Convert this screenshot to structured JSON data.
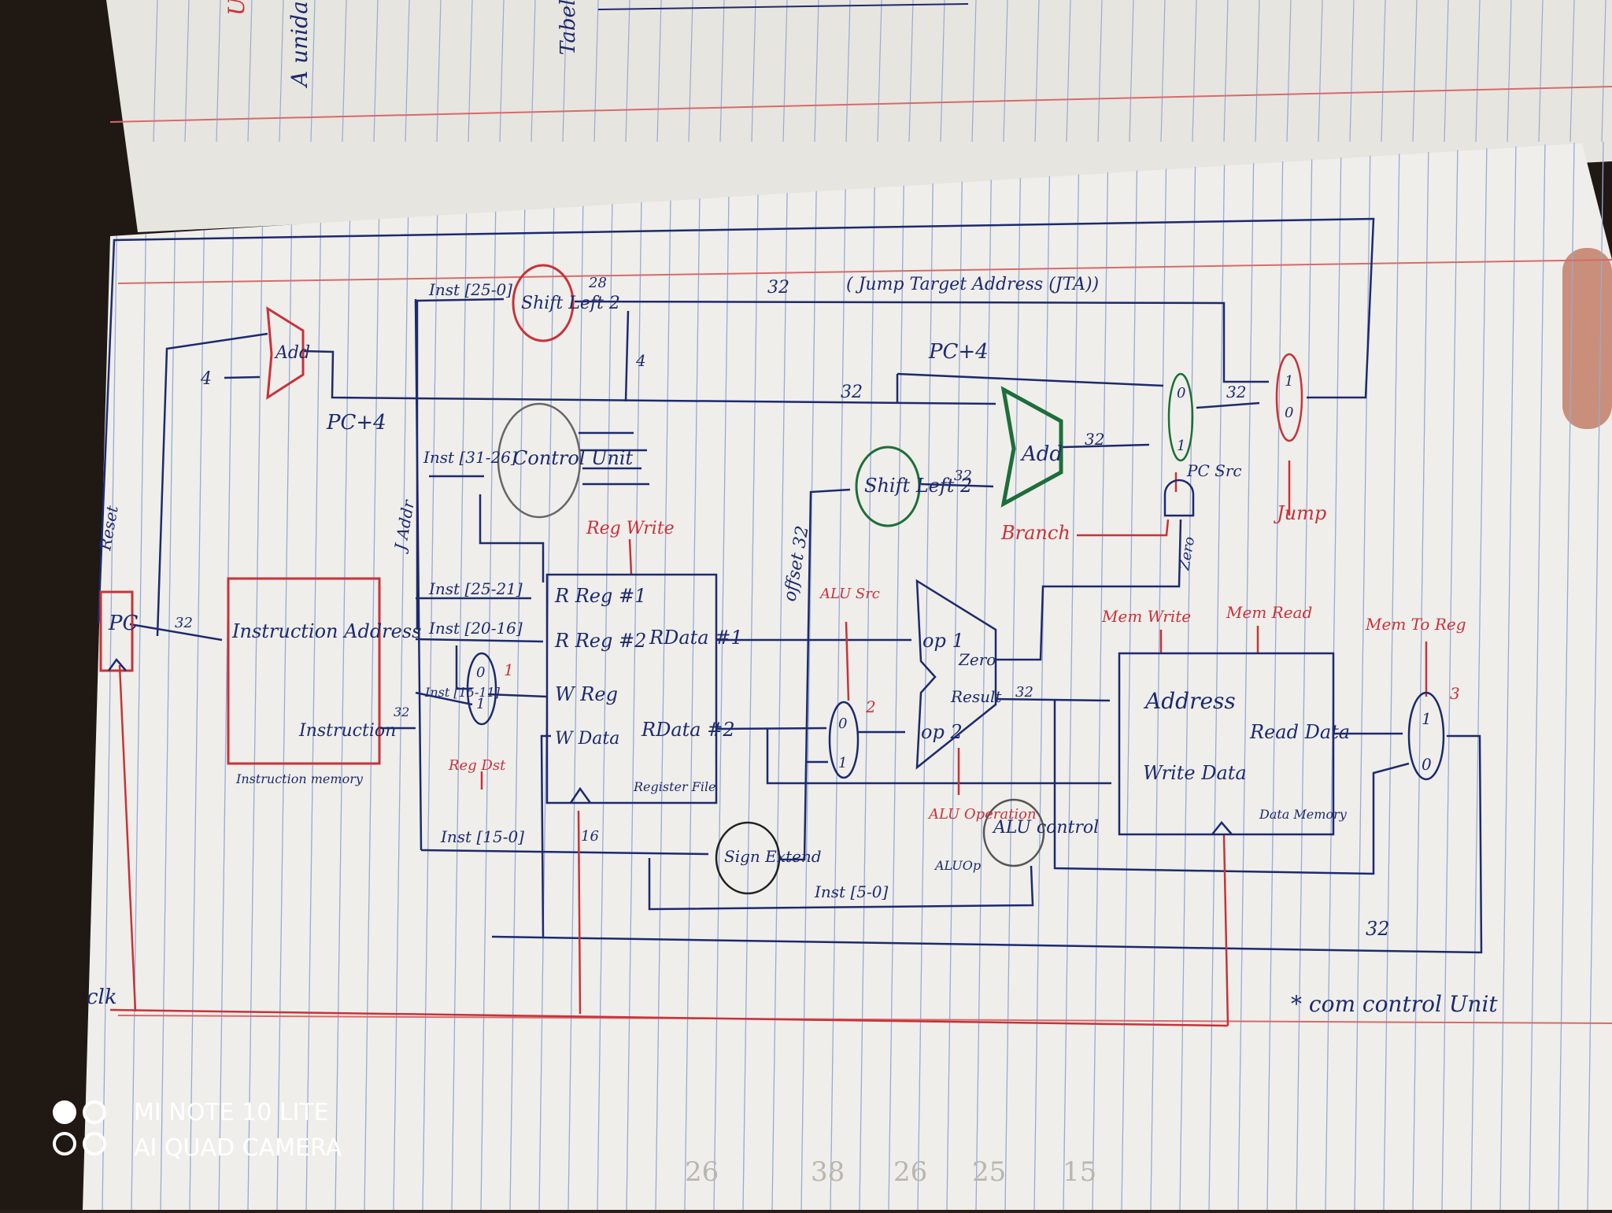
{
  "colors": {
    "paper": "#efeeea",
    "ink": "#1d2a6e",
    "red": "#c8323a",
    "green": "#1d6e3a",
    "rule": "#9aa9d6"
  },
  "top_page": {
    "notes": [
      "Um",
      "A unida",
      "Tabela"
    ]
  },
  "components": {
    "pc": "PC",
    "reset": "Reset",
    "clk": "clk",
    "pc_adder": "Add",
    "const_4": "4",
    "pc_plus4_left": "PC+4",
    "pc_plus4_right": "PC+4",
    "instr_mem_addr": "Instruction Address",
    "instr_mem_out": "Instruction",
    "instr_mem_label": "Instruction memory",
    "shift_top": "Shift Left 2",
    "control_unit": "Control Unit",
    "reg_file": {
      "rreg1": "R Reg #1",
      "rreg2": "R Reg #2",
      "wreg": "W Reg",
      "wdata": "W Data",
      "rdata1": "RData #1",
      "rdata2": "RData #2",
      "label": "Register File"
    },
    "sign_extend": "Sign Extend",
    "shift_mid": "Shift Left 2",
    "branch_adder": "Add",
    "alu": {
      "op1": "op 1",
      "op2": "op 2",
      "zero": "Zero",
      "result": "Result"
    },
    "alu_control": "ALU control",
    "data_mem": {
      "address": "Address",
      "write_data": "Write Data",
      "read_data": "Read Data",
      "label": "Data Memory"
    }
  },
  "wires": {
    "inst_25_0": "Inst [25-0]",
    "inst_31_26": "Inst [31-26]",
    "inst_25_21": "Inst [25-21]",
    "inst_20_16": "Inst [20-16]",
    "inst_15_11": "Inst [15-11]",
    "inst_15_0": "Inst [15-0]",
    "inst_5_0": "Inst [5-0]",
    "jta": "( Jump Target Address (JTA))",
    "offset": "offset 32",
    "j_addr": "J Addr",
    "w32a": "32",
    "w32b": "32",
    "w32c": "32",
    "w32d": "32",
    "w32e": "32",
    "w32f": "32",
    "w32g": "32",
    "w32h": "32",
    "w28": "28",
    "w4": "4",
    "w16": "16"
  },
  "mux": {
    "m1_0": "0",
    "m1_1": "1",
    "m1_tag": "1",
    "m2_0": "0",
    "m2_1": "1",
    "m2_tag": "2",
    "m3_1": "1",
    "m3_0": "0",
    "m3_tag": "3",
    "pcsrc_0": "0",
    "pcsrc_1": "1",
    "jump_1": "1",
    "jump_0": "0"
  },
  "control_signals": {
    "reg_write": "Reg Write",
    "reg_dst": "Reg Dst",
    "alu_src": "ALU Src",
    "alu_operation": "ALU Operation",
    "alu_op": "ALUOp",
    "mem_write": "Mem Write",
    "mem_read": "Mem Read",
    "mem_to_reg": "Mem To Reg",
    "branch": "Branch",
    "pc_src": "PC Src",
    "zero": "Zero",
    "jump": "Jump"
  },
  "footnote": "* com control Unit",
  "faint_numbers": [
    "26",
    "38",
    "26",
    "25",
    "15"
  ],
  "watermark": {
    "line1": "MI NOTE 10 LITE",
    "line2": "AI QUAD CAMERA"
  }
}
